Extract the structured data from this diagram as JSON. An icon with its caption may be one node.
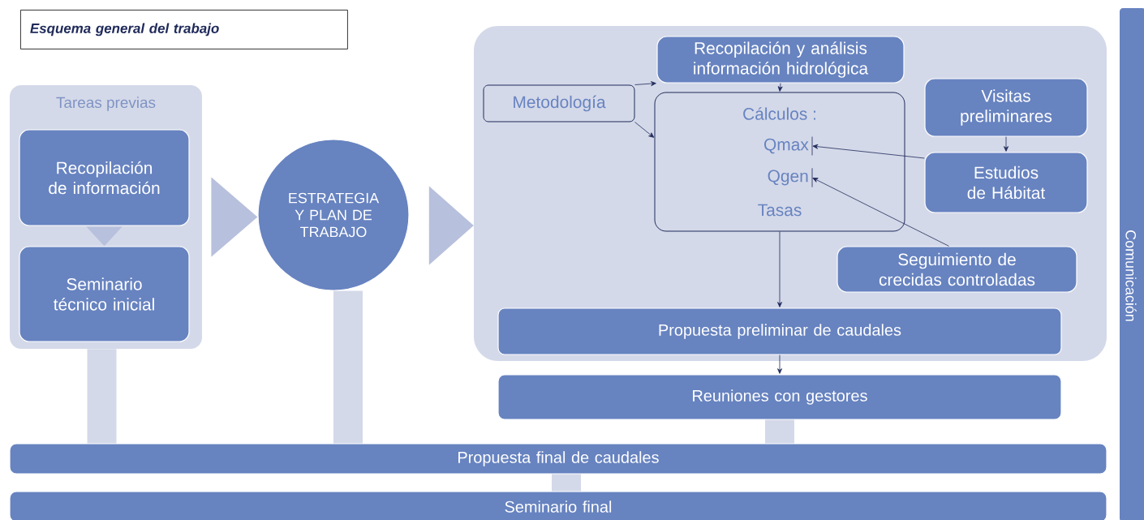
{
  "diagram": {
    "title": "Esquema general del trabajo",
    "nodes": [
      {
        "text": [
          "Tareas previas"
        ]
      },
      {
        "text": [
          "Recopilación de información"
        ],
        "in": 0
      },
      {
        "text": [
          "Seminario técnico inicial"
        ],
        "in": 0
      },
      {
        "text": [
          "ESTRATEGIA Y PLAN DE TRABAJO"
        ]
      },
      {
        "text": [],
        "shape": "box"
      },
      {
        "text": [
          "Recopilación y análisis información hidrológica"
        ],
        "in": 4
      },
      {
        "text": [
          "Metodología"
        ],
        "in": 4
      },
      {
        "text": [
          "Cálculos :",
          "Tasas"
        ],
        "in": 4
      },
      {
        "text": [
          "Qmax"
        ],
        "in": 7
      },
      {
        "text": [
          "Qgen"
        ],
        "in": 7
      },
      {
        "text": [
          "Visitas preliminares"
        ],
        "in": 4
      },
      {
        "text": [
          "Estudios de Hábitat"
        ],
        "in": 4
      },
      {
        "text": [
          "Seguimiento de crecidas controladas"
        ],
        "in": 4
      },
      {
        "text": [
          "Propuesta preliminar de caudales"
        ],
        "in": 4
      },
      {
        "text": [
          "Reuniones con gestores"
        ]
      },
      {
        "text": [
          "Propuesta final de caudales"
        ]
      },
      {
        "text": [
          "Seminario final"
        ]
      },
      {
        "text": [
          "Comunicación"
        ]
      }
    ],
    "edges": [
      {
        "from": 1,
        "to": 2,
        "arrow": "to",
        "style": "thick",
        "color": "#b7c0dc"
      },
      {
        "from": 0,
        "to": 3,
        "arrow": "to",
        "style": "thick",
        "color": "#b7c0dc"
      },
      {
        "from": 3,
        "to": 4,
        "arrow": "to",
        "style": "thick",
        "color": "#b7c0dc"
      },
      {
        "from": 6,
        "to": 5,
        "arrow": "to"
      },
      {
        "from": 6,
        "to": 7,
        "arrow": "to"
      },
      {
        "from": 5,
        "to": 7,
        "arrow": "to"
      },
      {
        "from": 10,
        "to": 11,
        "arrow": "to"
      },
      {
        "from": 11,
        "to": 8,
        "arrow": "to"
      },
      {
        "from": 12,
        "to": 9,
        "arrow": "to"
      },
      {
        "from": 7,
        "to": 13,
        "arrow": "to"
      },
      {
        "from": 13,
        "to": 14,
        "arrow": "to"
      },
      {
        "from": 0,
        "to": 15,
        "arrow": "none",
        "style": "thick",
        "color": "#d4d9e9"
      },
      {
        "from": 3,
        "to": 15,
        "arrow": "none",
        "style": "thick",
        "color": "#d4d9e9"
      },
      {
        "from": 14,
        "to": 15,
        "arrow": "none",
        "style": "thick",
        "color": "#d4d9e9"
      },
      {
        "from": 15,
        "to": 16,
        "arrow": "none",
        "style": "thick",
        "color": "#d4d9e9"
      }
    ]
  }
}
